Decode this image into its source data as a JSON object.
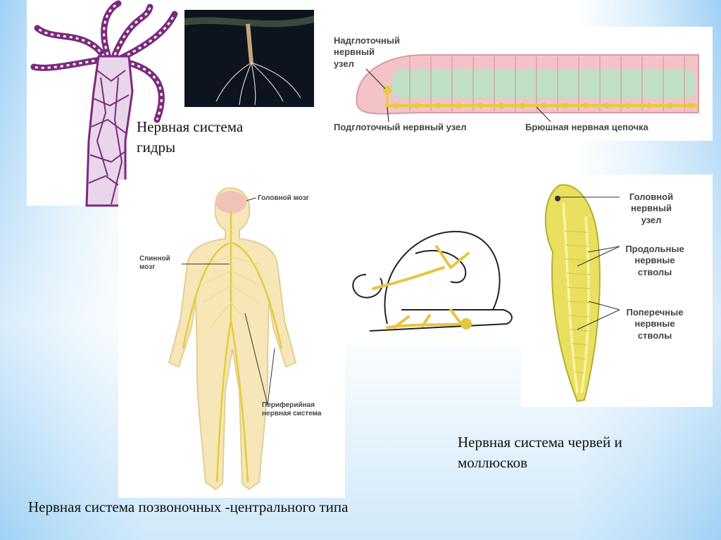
{
  "captions": {
    "hydra": "Нервная система гидры",
    "worms": "Нервная система червей и моллюсков",
    "vertebrates": "Нервная система позвоночных -центрального типа"
  },
  "earthworm_labels": {
    "supra": "Надглоточный нервный узел",
    "sub": "Подглоточный нервный узел",
    "ventral": "Брюшная нервная цепочка"
  },
  "human_labels": {
    "brain": "Головной мозг",
    "spinal": "Спинной мозг",
    "peripheral": "Периферийная нервная система"
  },
  "planaria_labels": {
    "head_ganglion": "Головной нервный узел",
    "longitudinal": "Продольные нервные стволы",
    "transverse": "Поперечные нервные стволы"
  },
  "colors": {
    "hydra_net": "#7b2a7d",
    "nerve": "#e6cc3a",
    "body": "#f6e6b8",
    "worm_body": "#f3c3c8",
    "worm_gut": "#bfe0c4"
  }
}
